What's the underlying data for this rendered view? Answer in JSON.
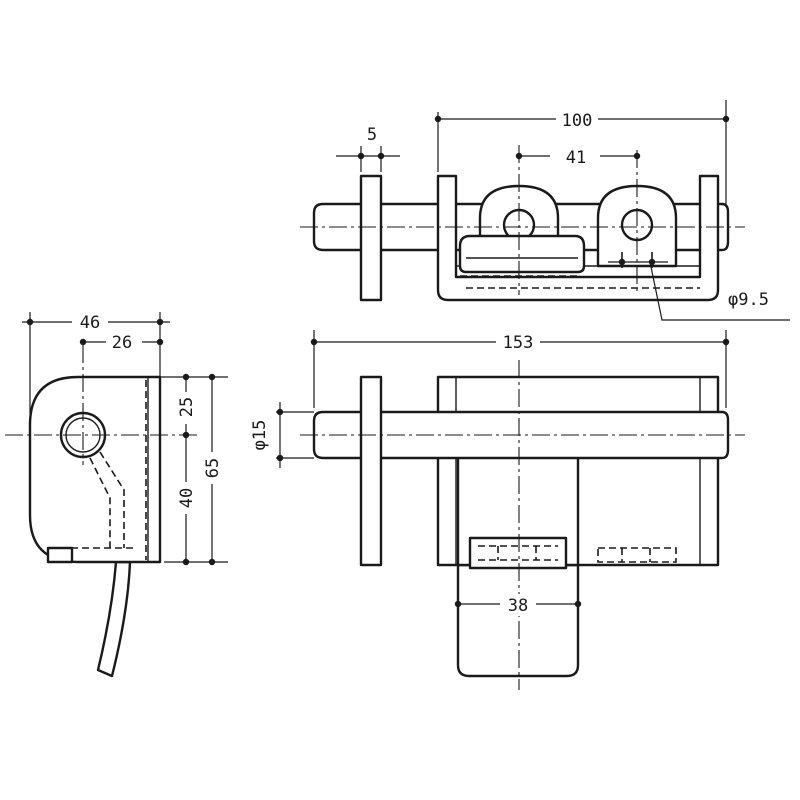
{
  "dimensions": {
    "top_width": "100",
    "top_thickness": "5",
    "top_pitch": "41",
    "top_hole": "φ9.5",
    "front_length": "153",
    "front_rod": "φ15",
    "front_handle": "38",
    "side_width": "46",
    "side_offset": "26",
    "side_upper": "25",
    "side_lower": "40",
    "side_height": "65"
  }
}
